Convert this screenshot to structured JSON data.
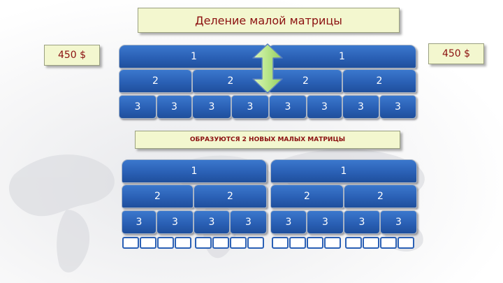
{
  "title": "Деление малой матрицы",
  "price_left": "450 $",
  "price_right": "450 $",
  "subtitle": "ОБРАЗУЮТСЯ 2 НОВЫХ МАЛЫХ МАТРИЦЫ",
  "level_labels": {
    "l1": "1",
    "l2": "2",
    "l3": "3"
  },
  "colors": {
    "cell": "#2a60b5",
    "label_bg": "#f3f7cf",
    "label_text": "#8b1010",
    "arrow": "#b9e68a"
  },
  "icons": {
    "arrow": "double-arrow-vertical-icon",
    "background": "world-map-icon"
  }
}
